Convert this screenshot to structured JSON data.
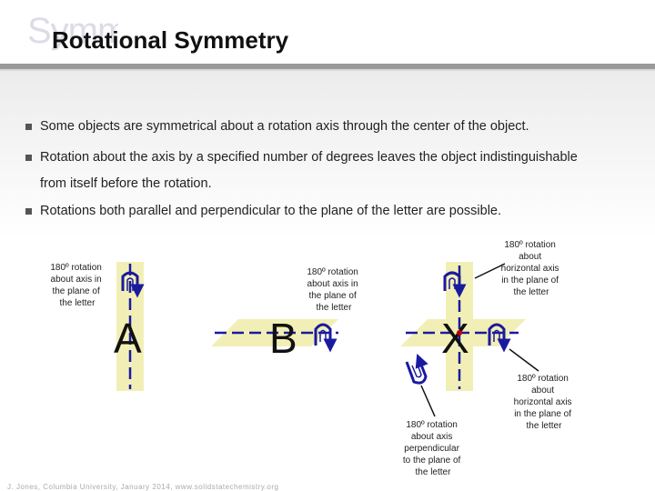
{
  "slide": {
    "title_shadow": "Symmetry",
    "title": "Rotational Symmetry",
    "bullets": [
      [
        "Some objects are symmetrical about a rotation axis through the center of the object."
      ],
      [
        "Rotation about the axis by a specified number of degrees leaves the object indistinguishable",
        "from itself before the rotation."
      ],
      [
        "Rotations both parallel and perpendicular to the plane of the letter are possible."
      ]
    ],
    "footer": "J. Jones, Columbia University, January 2014, www.solidstatechemistry.org"
  },
  "diagram": {
    "letters": {
      "a": "A",
      "b": "B",
      "x": "X"
    },
    "captions": {
      "a": [
        "180º rotation",
        "about axis in",
        "the plane of",
        "the letter"
      ],
      "b": [
        "180º rotation",
        "about axis in",
        "the plane of",
        "the letter"
      ],
      "x_top": [
        "180º rotation",
        "about",
        "horizontal axis",
        "in the plane of",
        "the letter"
      ],
      "x_bottom_left": [
        "180º rotation",
        "about axis",
        "perpendicular",
        "to the plane of",
        "the letter"
      ],
      "x_bottom_right": [
        "180º rotation",
        "about",
        "horizontal axis",
        "in the plane of",
        "the letter"
      ]
    },
    "colors": {
      "axis": "#1a1aa0",
      "plane": "#f2efb6",
      "arrow": "#1a1aa0",
      "center_dot": "#c00000"
    }
  }
}
